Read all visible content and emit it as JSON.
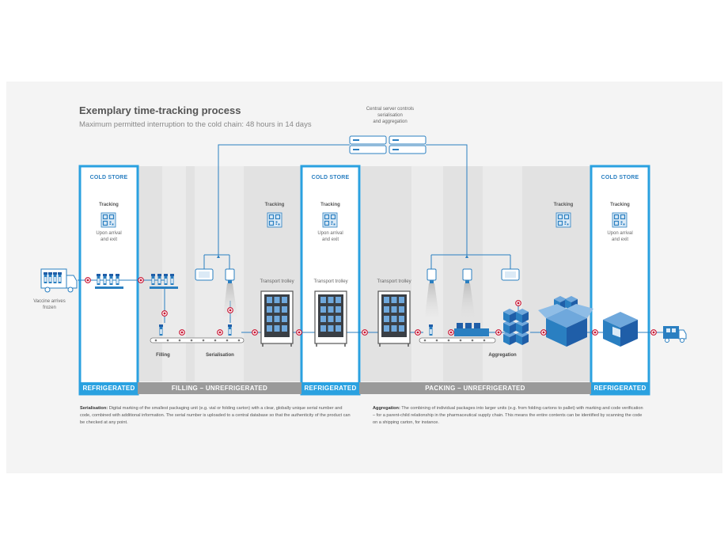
{
  "header": {
    "title": "Exemplary time-tracking process",
    "subtitle": "Maximum permitted interruption to the cold chain: 48 hours in 14 days"
  },
  "server": {
    "label_line1": "Central server controls",
    "label_line2": "serialisation",
    "label_line3": "and aggregation"
  },
  "cold_store": {
    "title": "COLD STORE",
    "tracking": "Tracking",
    "note_line1": "Upon arrival",
    "note_line2": "and exit"
  },
  "tracking_label": "Tracking",
  "arrival_label": "Vaccine arrives frozen",
  "stations": {
    "filling": "Filling",
    "serialisation": "Serialisation",
    "aggregation": "Aggregation",
    "trolley": "Transport trolley"
  },
  "zones": {
    "refrigerated": "REFRIGERATED",
    "filling": "FILLING – UNREFRIGERATED",
    "packing": "PACKING – UNREFRIGERATED"
  },
  "notes": {
    "serialisation_term": "Serialisation:",
    "serialisation_text": "Digital marking of the smallest packaging unit (e.g. vial or folding carton) with a clear, globally unique serial number and code, combined with additional information. The serial number is uploaded to a central database so that the authenticity of the product can be checked at any point.",
    "aggregation_term": "Aggregation:",
    "aggregation_text": "The combining of individual packages into larger units (e.g. from folding cartons to pallet) with marking and code verification – for a parent-child relationship in the pharmaceutical supply chain. This means the entire contents can be identified by scanning the code on a shipping carton, for instance."
  },
  "colors": {
    "blue": "#2a7fc1",
    "light_blue": "#dbeaf6",
    "dark_blue": "#1f5ea8",
    "bar_gray": "#9a9a9a",
    "red": "#c8102e"
  }
}
